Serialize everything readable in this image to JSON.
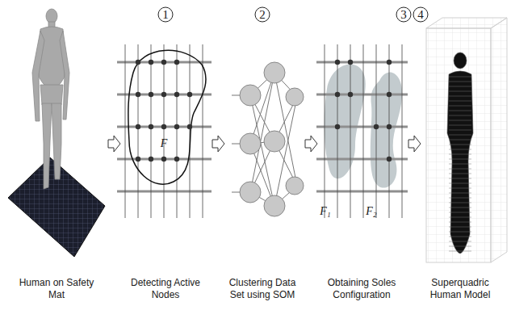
{
  "diagram": {
    "labels": [
      "1",
      "2",
      "3",
      "4",
      "F",
      "F₁",
      "F₂",
      "Human on Safety Mat",
      "Detecting Active Nodes",
      "Clustering Data Set using SOM",
      "Obtaining Soles Configuration",
      "Superquadric Human Model"
    ]
  }
}
